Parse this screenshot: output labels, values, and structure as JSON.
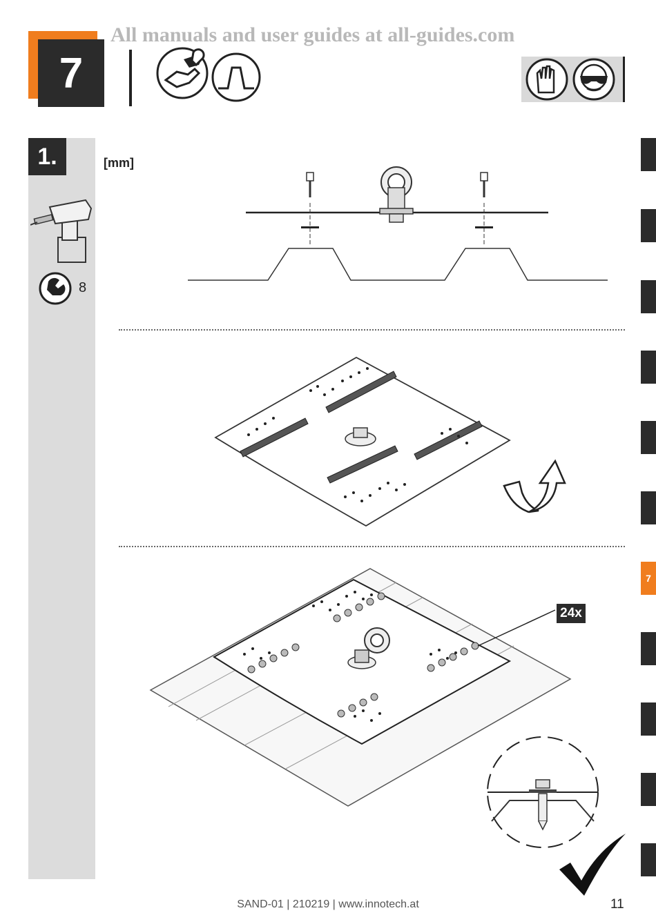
{
  "watermark": "All manuals and user guides at all-guides.com",
  "step_number": "7",
  "substep_number": "1.",
  "unit_label": "[mm]",
  "torque_value": "8",
  "quantity_label": "24x",
  "side_tabs": [
    {
      "label": ""
    },
    {
      "label": ""
    },
    {
      "label": ""
    },
    {
      "label": ""
    },
    {
      "label": ""
    },
    {
      "label": ""
    },
    {
      "label": "7"
    },
    {
      "label": ""
    },
    {
      "label": ""
    },
    {
      "label": ""
    },
    {
      "label": ""
    }
  ],
  "active_tab": "7",
  "footer": "SAND-01 | 210219 | www.innotech.at",
  "page_number": "11",
  "icons": [
    "handshake-wrench-icon",
    "trapezoid-profile-icon",
    "gloves-icon",
    "safety-glasses-icon",
    "cordless-drill-icon",
    "torque-wrench-icon",
    "rotate-arrow-icon",
    "checkmark-icon"
  ],
  "colors": {
    "accent": "#f07d1e",
    "dark": "#2b2b2b",
    "sidebar": "#dcdcdc"
  }
}
